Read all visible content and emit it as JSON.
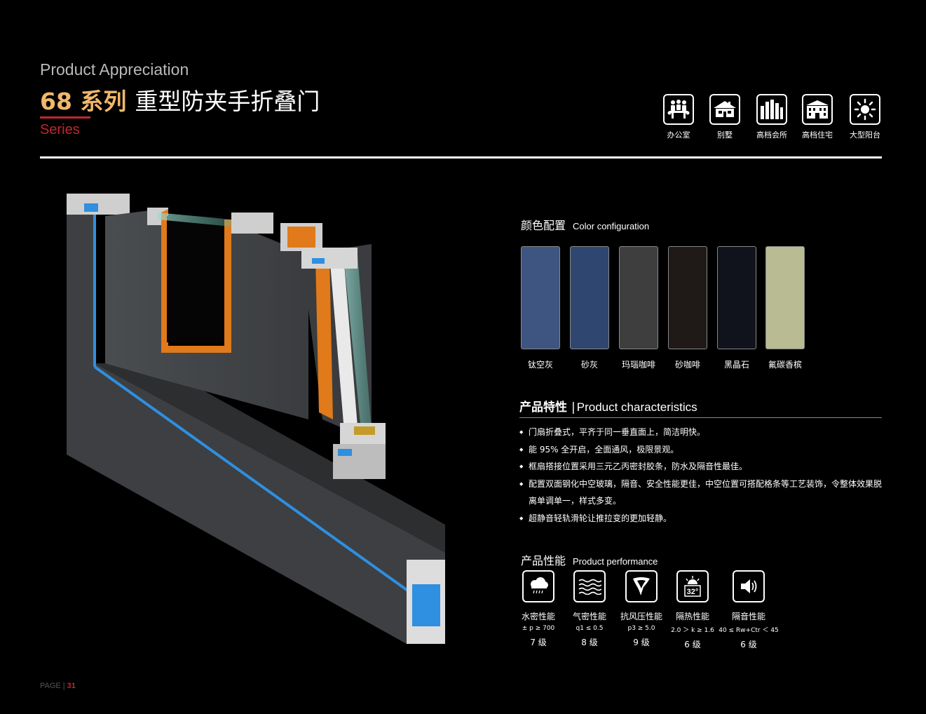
{
  "header": {
    "subtitle_en": "Product Appreciation",
    "title_num": "68 系列",
    "title_rest": "重型防夹手折叠门",
    "series_label": "Series"
  },
  "applications": [
    {
      "label": "办公室",
      "icon": "office-meeting-icon"
    },
    {
      "label": "别墅",
      "icon": "villa-icon"
    },
    {
      "label": "高档会所",
      "icon": "club-buildings-icon"
    },
    {
      "label": "高档住宅",
      "icon": "residence-building-icon"
    },
    {
      "label": "大型阳台",
      "icon": "sun-balcony-icon"
    }
  ],
  "color_config": {
    "title_cn": "颜色配置",
    "title_en": "Color configuration",
    "swatches": [
      {
        "label": "钛空灰",
        "color": "#3d5580"
      },
      {
        "label": "砂灰",
        "color": "#2f4770"
      },
      {
        "label": "玛瑙咖啡",
        "color": "#3e3e3e"
      },
      {
        "label": "砂咖啡",
        "color": "#1f1a18"
      },
      {
        "label": "黑晶石",
        "color": "#10131c"
      },
      {
        "label": "氟碳香槟",
        "color": "#b9bb92"
      }
    ]
  },
  "characteristics": {
    "title_cn": "产品特性",
    "divider": "|",
    "title_en": "Product characteristics",
    "items": [
      "门扇折叠式，平齐于同一垂直面上，简洁明快。",
      "能 95% 全开启，全面通风，极限景观。",
      "框扇搭接位置采用三元乙丙密封胶条，防水及隔音性最佳。",
      "配置双面钢化中空玻璃，隔音、安全性能更佳，中空位置可搭配格条等工艺装饰，令整体效果脱离单调单一，样式多变。",
      "超静音轻轨滑轮让推拉变的更加轻静。"
    ]
  },
  "performance": {
    "title_cn": "产品性能",
    "title_en": "Product performance",
    "items": [
      {
        "name": "水密性能",
        "value": "± p ≥ 700",
        "grade": "7 级",
        "icon": "rain-cloud-icon"
      },
      {
        "name": "气密性能",
        "value": "q1 ≤ 0.5",
        "grade": "8 级",
        "icon": "air-waves-icon"
      },
      {
        "name": "抗风压性能",
        "value": "p3 ≥ 5.0",
        "grade": "9 级",
        "icon": "tornado-icon"
      },
      {
        "name": "隔热性能",
        "value": "2.0 ＞ k ≥ 1.6",
        "grade": "6 级",
        "icon": "temperature-32-icon",
        "icon_text": "32°"
      },
      {
        "name": "隔音性能",
        "value": "40 ≤ Rw+Ctr ＜ 45",
        "grade": "6 级",
        "icon": "speaker-icon"
      }
    ]
  },
  "footer": {
    "page_label": "PAGE",
    "page_sep": "|",
    "page_num": "31"
  }
}
